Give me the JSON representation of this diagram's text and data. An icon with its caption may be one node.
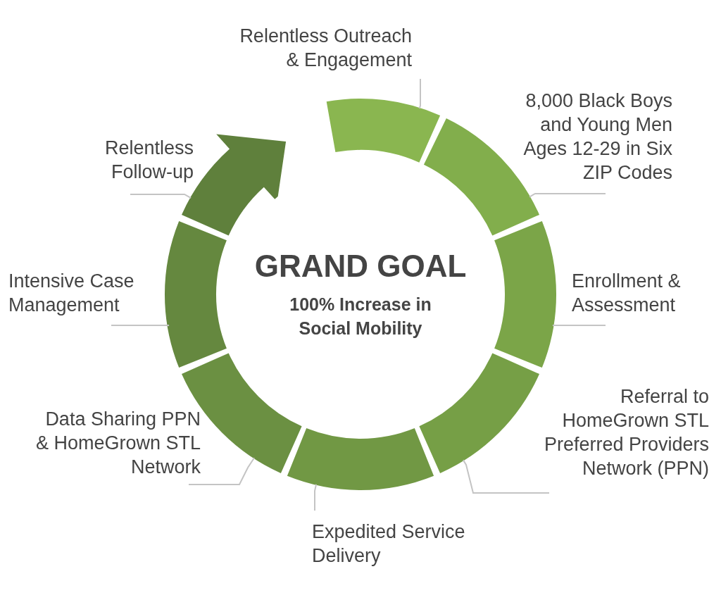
{
  "diagram": {
    "nodes": [
      {
        "text": [
          "GRAND GOAL",
          "100% Increase in Social Mobility"
        ]
      },
      {
        "text": [],
        "shape": "arc"
      },
      {
        "text": [],
        "shape": "arc"
      },
      {
        "text": [],
        "shape": "arc"
      },
      {
        "text": [],
        "shape": "arc"
      },
      {
        "text": [],
        "shape": "arc"
      },
      {
        "text": [],
        "shape": "arc"
      },
      {
        "text": [],
        "shape": "arc"
      },
      {
        "text": [],
        "shape": "arrow"
      },
      {
        "text": [
          "Relentless Outreach & Engagement"
        ]
      },
      {
        "text": [
          "8,000 Black Boys and Young Men Ages 12-29 in Six ZIP Codes"
        ]
      },
      {
        "text": [
          "Enrollment & Assessment"
        ]
      },
      {
        "text": [
          "Referral to HomeGrown STL Preferred Providers Network (PPN)"
        ]
      },
      {
        "text": [
          "Expedited Service Delivery"
        ]
      },
      {
        "text": [
          "Data Sharing PPN & HomeGrown STL Network"
        ]
      },
      {
        "text": [
          "Intensive Case Management"
        ]
      },
      {
        "text": [
          "Relentless Follow-up"
        ]
      }
    ],
    "edges": [
      {
        "from": 9,
        "to": 1,
        "arrow": "none"
      },
      {
        "from": 10,
        "to": 2,
        "arrow": "none"
      },
      {
        "from": 11,
        "to": 3,
        "arrow": "none"
      },
      {
        "from": 12,
        "to": 4,
        "arrow": "none"
      },
      {
        "from": 13,
        "to": 5,
        "arrow": "none"
      },
      {
        "from": 14,
        "to": 6,
        "arrow": "none"
      },
      {
        "from": 15,
        "to": 7,
        "arrow": "none"
      },
      {
        "from": 16,
        "to": 8,
        "arrow": "none"
      }
    ]
  }
}
